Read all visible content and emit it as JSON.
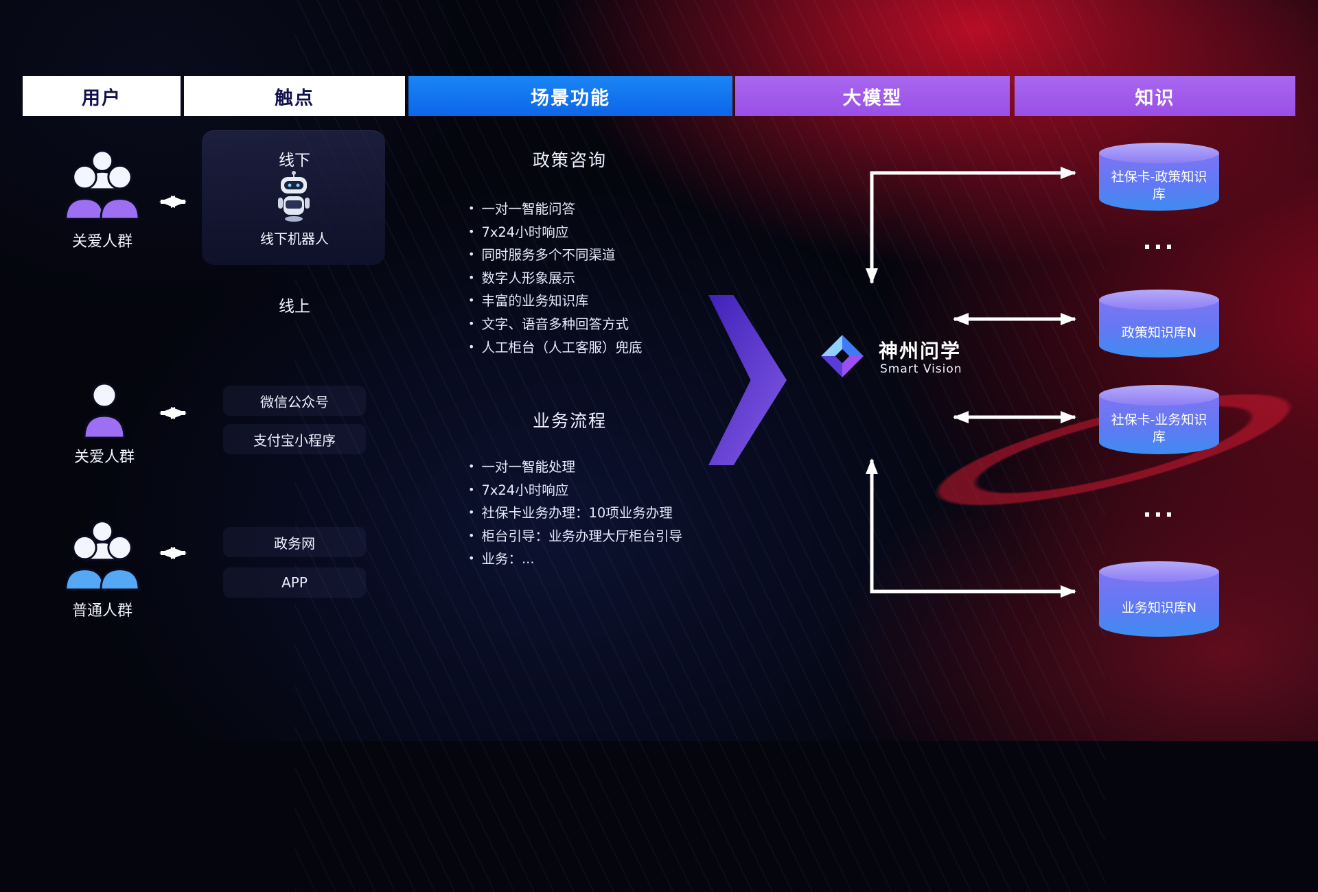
{
  "header": {
    "user": "用户",
    "touch": "触点",
    "scene": "场景功能",
    "model": "大模型",
    "knowledge": "知识"
  },
  "users": {
    "group1": {
      "label": "关爱人群"
    },
    "group2": {
      "label": "关爱人群"
    },
    "group3": {
      "label": "普通人群"
    }
  },
  "touchpoints": {
    "offline_title": "线下",
    "offline_robot": "线下机器人",
    "online": "线上",
    "channel1": "微信公众号",
    "channel2": "支付宝小程序",
    "channel3": "政务网",
    "channel4": "APP"
  },
  "scenario": {
    "policy": {
      "title": "政策咨询",
      "items": [
        "一对一智能问答",
        "7x24小时响应",
        "同时服务多个不同渠道",
        "数字人形象展示",
        "丰富的业务知识库",
        "文字、语音多种回答方式",
        "人工柜台（人工客服）兜底"
      ]
    },
    "business": {
      "title": "业务流程",
      "items": [
        "一对一智能处理",
        "7x24小时响应",
        "社保卡业务办理：10项业务办理",
        "柜台引导：业务办理大厅柜台引导",
        "业务：..."
      ]
    }
  },
  "model": {
    "name": "神州问学",
    "subtitle": "Smart Vision"
  },
  "knowledge": {
    "db1": "社保卡-政策知识库",
    "ellipsis1": "...",
    "db2": "政策知识库N",
    "db3": "社保卡-业务知识库",
    "ellipsis2": "...",
    "db4": "业务知识库N"
  },
  "colors": {
    "blue_header": "#1173ee",
    "purple_header": "#a05ce8",
    "accent_purple": "#8a5cf0",
    "people_purple": "#9d6ff2",
    "people_blue": "#55a8f5",
    "db_top": "#a193f7",
    "db_bottom": "#3e8cf2",
    "red_glow": "#c60e28"
  }
}
